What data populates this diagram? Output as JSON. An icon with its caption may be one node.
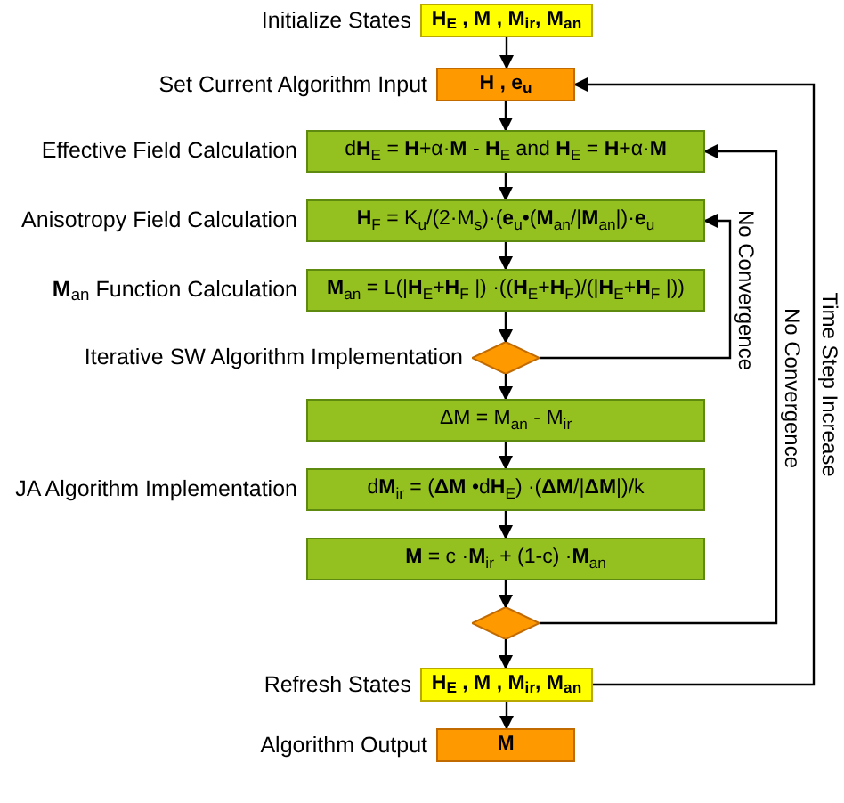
{
  "diagram": {
    "nodes": [
      {
        "text": [
          "H$_{E}$ , M , M$_{ir}$, M$_{an}$"
        ],
        "beside": [
          "Initialize States"
        ]
      },
      {
        "text": [
          "H , e$_{u}$"
        ],
        "beside": [
          "Set Current Algorithm Input"
        ]
      },
      {
        "text": [
          "d**H**$_{E}$ = **H**+α·**M** - **H**$_{E}$ and **H**$_{E}$ = **H**+α·**M**"
        ],
        "beside": [
          "Effective Field Calculation"
        ]
      },
      {
        "text": [
          "**H**$_{F}$ = K$_{u}$/(2·M$_{s}$)·(**e**$_{u}$•(**M**$_{an}$/|**M**$_{an}$|)·**e**$_{u}$"
        ],
        "beside": [
          "Anisotropy Field Calculation"
        ]
      },
      {
        "text": [
          "**M**$_{an}$ = L(|**H**$_{E}$+**H**$_{F}$ |) ·((**H**$_{E}$+**H**$_{F}$)/(|**H**$_{E}$+**H**$_{F}$ |))"
        ],
        "beside": [
          "**M**$_{an}$ Function Calculation"
        ]
      },
      {
        "text": [],
        "shape": "diamond",
        "beside": [
          "Iterative SW Algorithm Implementation"
        ]
      },
      {
        "text": [
          "ΔM = M$_{an}$ - M$_{ir}$"
        ]
      },
      {
        "text": [
          "d**M**$_{ir}$ = (**ΔM** •d**H**$_{E}$) ·(**ΔM**/|**ΔM**|)/k"
        ],
        "beside": [
          "JA Algorithm Implementation"
        ]
      },
      {
        "text": [
          "**M** = c ·**M**$_{ir}$ + (1-c) ·**M**$_{an}$"
        ]
      },
      {
        "text": [],
        "shape": "diamond"
      },
      {
        "text": [
          "H$_{E}$ , M , M$_{ir}$, M$_{an}$"
        ],
        "beside": [
          "Refresh States"
        ]
      },
      {
        "text": [
          "M"
        ],
        "beside": [
          "Algorithm Output"
        ]
      }
    ],
    "edges": [
      {
        "from": 0,
        "to": 1,
        "arrow": "to"
      },
      {
        "from": 1,
        "to": 2,
        "arrow": "to"
      },
      {
        "from": 2,
        "to": 3,
        "arrow": "to"
      },
      {
        "from": 3,
        "to": 4,
        "arrow": "to"
      },
      {
        "from": 4,
        "to": 5,
        "arrow": "to"
      },
      {
        "from": 5,
        "to": 6,
        "arrow": "to"
      },
      {
        "from": 6,
        "to": 7,
        "arrow": "to"
      },
      {
        "from": 7,
        "to": 8,
        "arrow": "to"
      },
      {
        "from": 8,
        "to": 9,
        "arrow": "to"
      },
      {
        "from": 9,
        "to": 10,
        "arrow": "to"
      },
      {
        "from": 10,
        "to": 11,
        "arrow": "to"
      },
      {
        "from": 5,
        "to": 3,
        "arrow": "to",
        "label": "No Convergence"
      },
      {
        "from": 9,
        "to": 2,
        "arrow": "to",
        "label": "No Convergence"
      },
      {
        "from": 10,
        "to": 1,
        "arrow": "to",
        "label": "Time Step Increase"
      }
    ]
  }
}
